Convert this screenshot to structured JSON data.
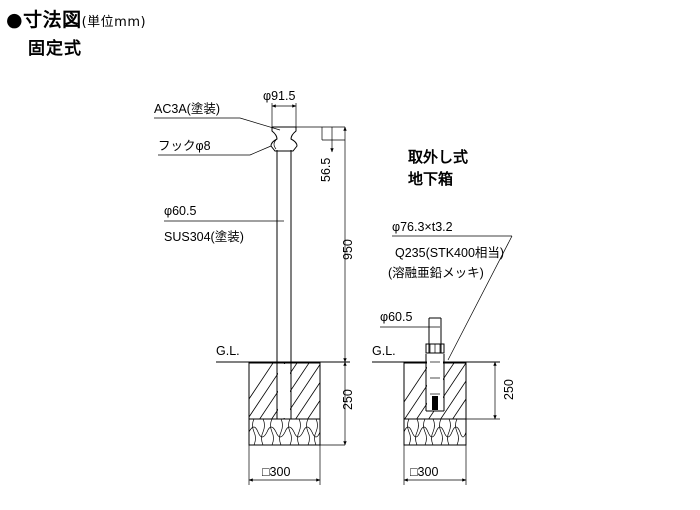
{
  "header": {
    "title_prefix": "●寸法図",
    "title_unit": "(単位mm)",
    "subtitle": "固定式"
  },
  "fixed": {
    "top_diameter": "φ91.5",
    "cap_label": "AC3A(塗装)",
    "hook_label": "フックφ8",
    "pole_diameter": "φ60.5",
    "pole_material": "SUS304(塗装)",
    "dim_top": "56.5",
    "dim_height": "950",
    "gl_label": "G.L.",
    "dim_depth": "250",
    "base_size": "□300"
  },
  "removable": {
    "type_line1": "取外し式",
    "type_line2": "地下箱",
    "sleeve_spec": "φ76.3×t3.2",
    "sleeve_material": "Q235(STK400相当)",
    "sleeve_finish": "(溶融亜鉛メッキ)",
    "pole_diameter": "φ60.5",
    "gl_label": "G.L.",
    "dim_depth": "250",
    "base_size": "□300"
  }
}
